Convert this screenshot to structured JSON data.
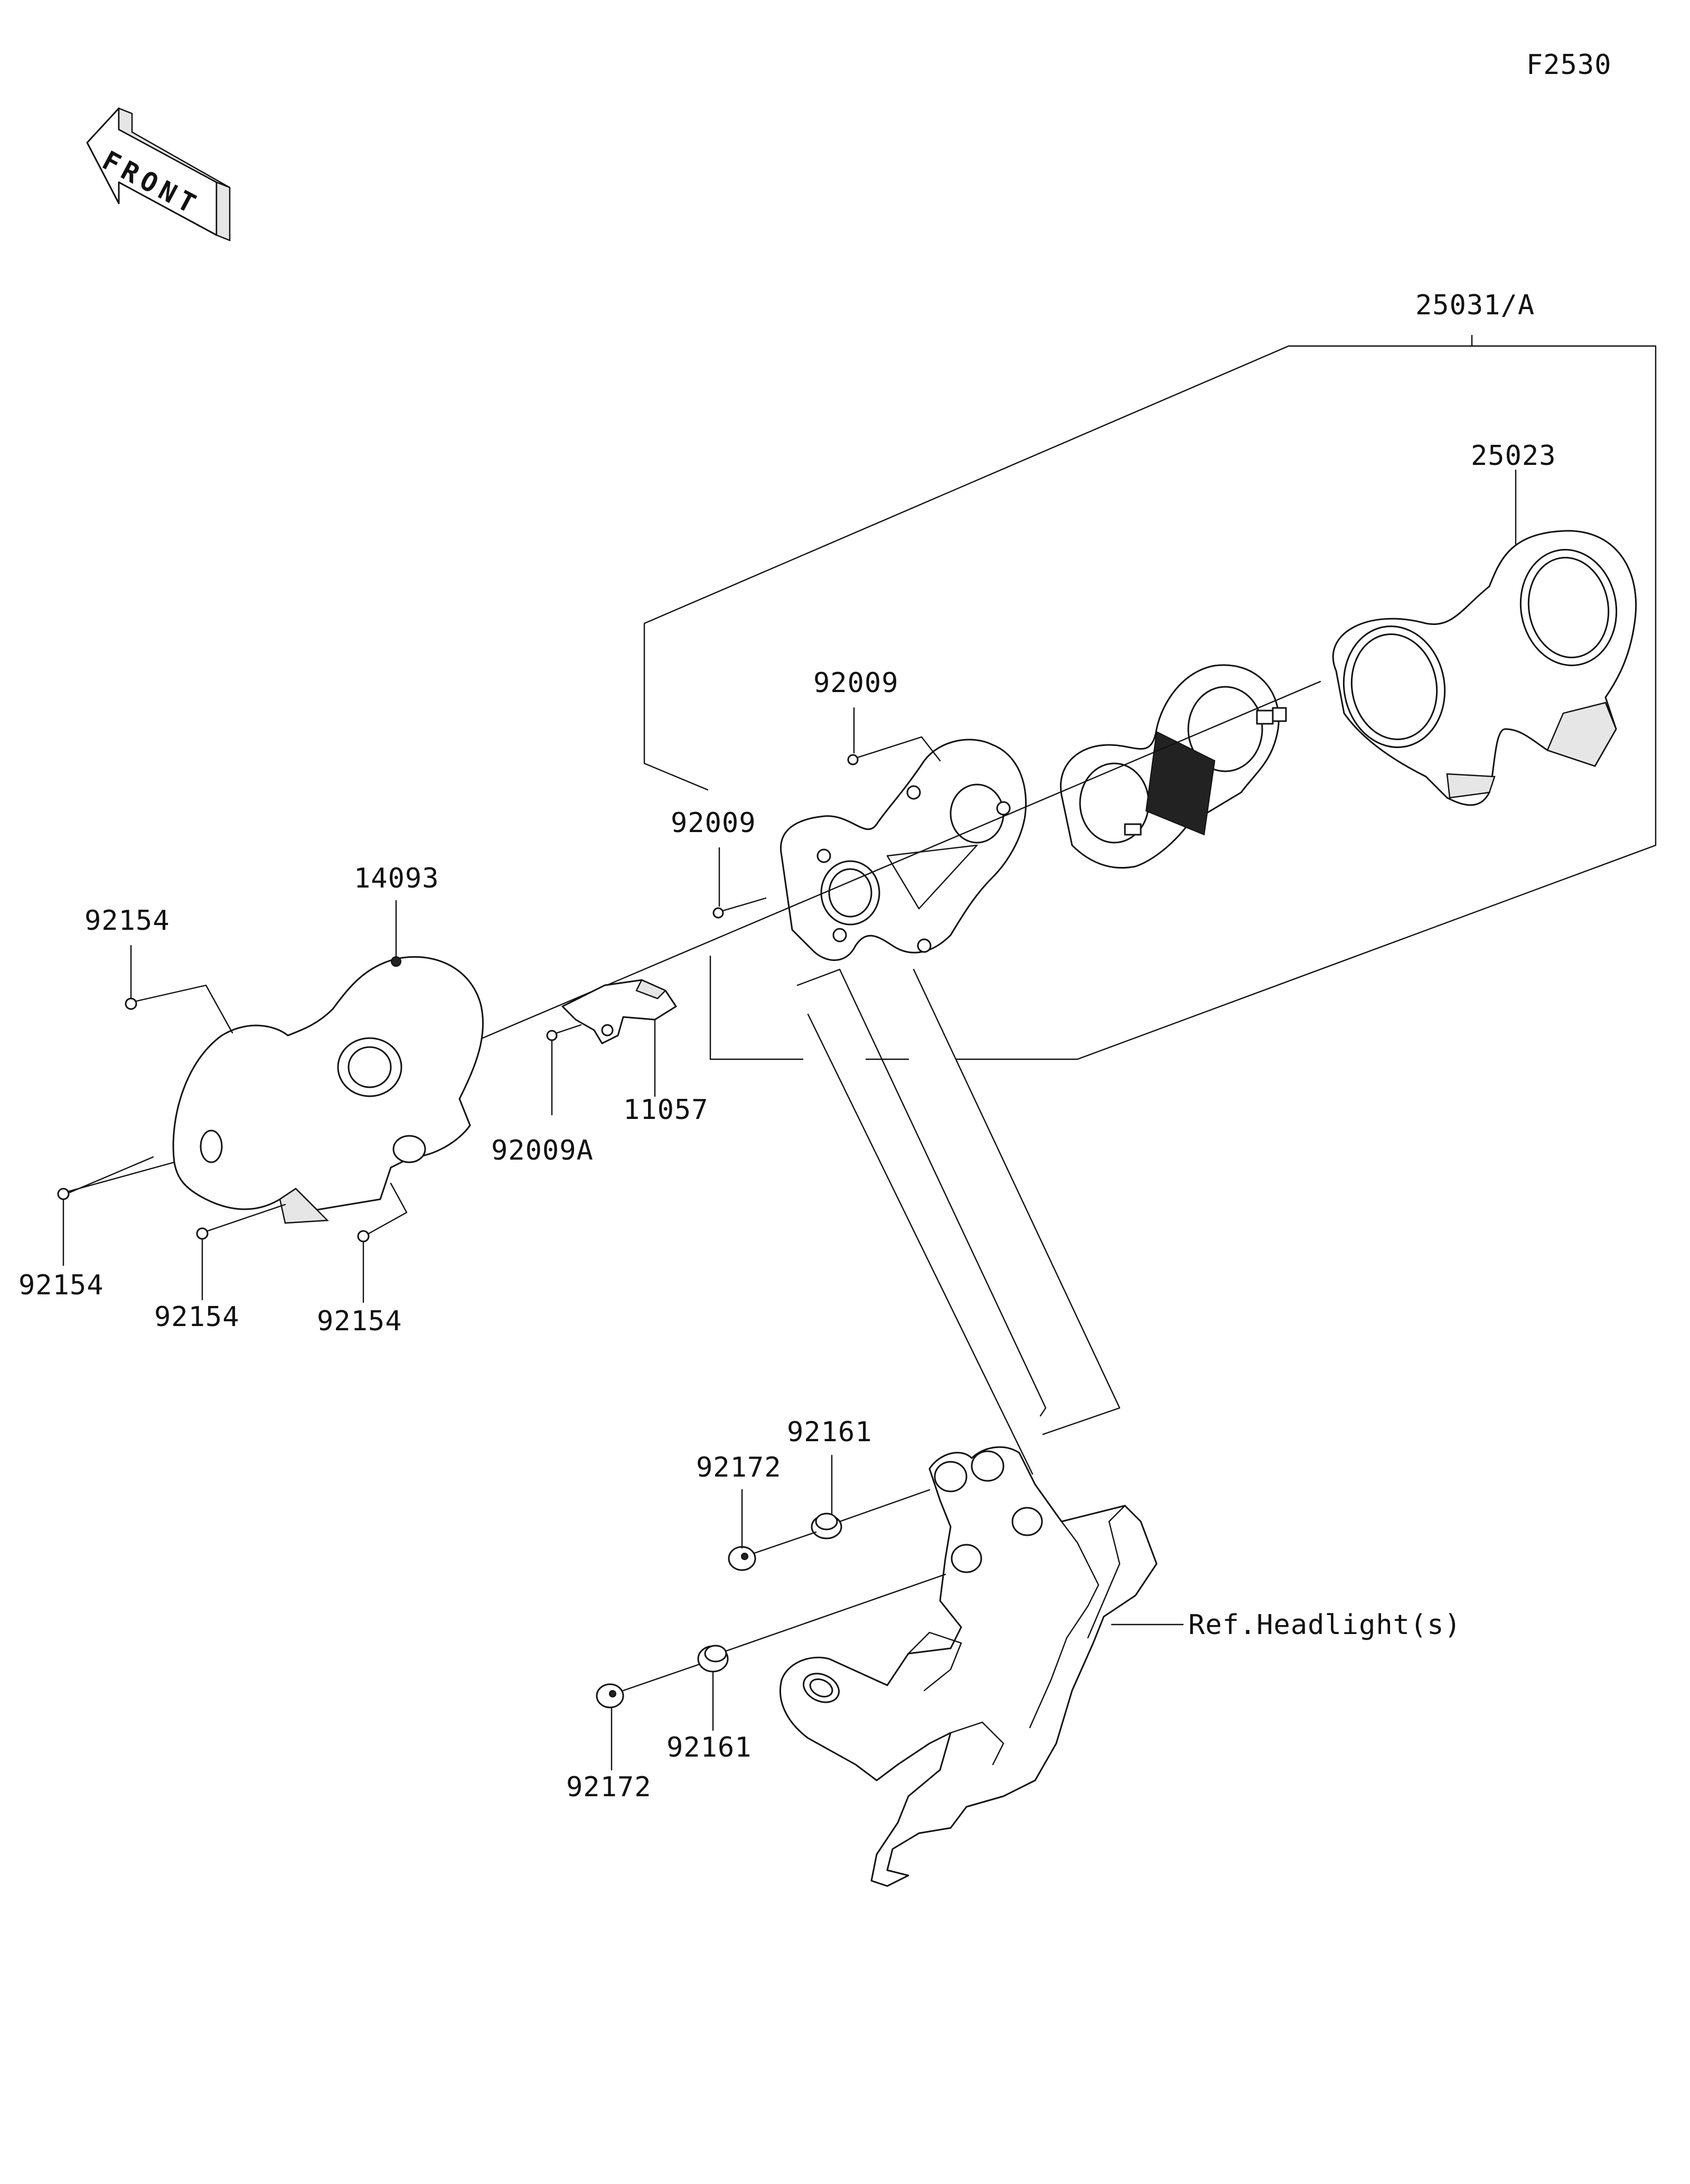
{
  "diagram": {
    "code": "F2530",
    "front_label": "FRONT",
    "callouts": {
      "assembly": "25031/A",
      "lens_cover": "25023",
      "screw_top": "92009",
      "screw_left": "92009",
      "screw_bracket": "92009A",
      "bracket": "11057",
      "housing": "14093",
      "screw_housing_top": "92154",
      "screw_housing_left": "92154",
      "screw_housing_bottom_mid": "92154",
      "screw_housing_bottom_right": "92154",
      "damper_top": "92161",
      "damper_bottom": "92161",
      "collar_top": "92172",
      "collar_bottom": "92172",
      "ref_headlight": "Ref.Headlight(s)"
    }
  }
}
